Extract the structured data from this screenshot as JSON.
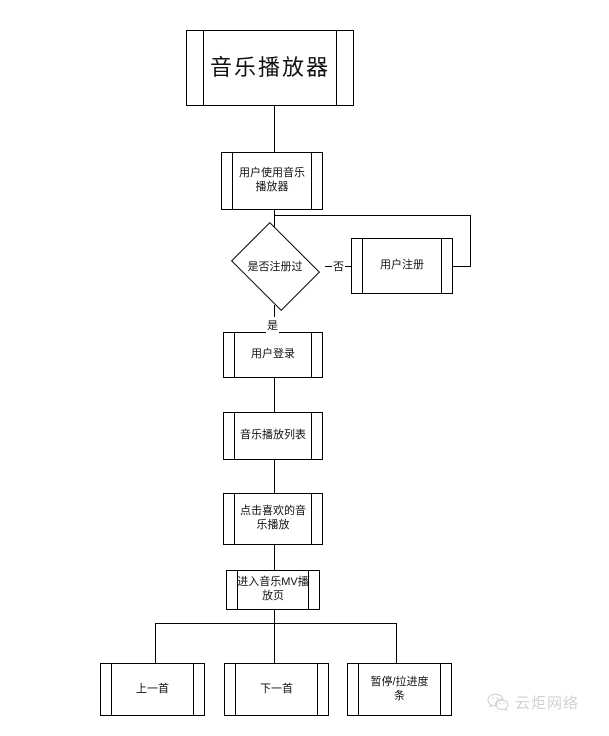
{
  "diagram": {
    "type": "flowchart",
    "title_box": {
      "text": "音乐播放器"
    },
    "nodes": [
      {
        "id": "start",
        "text": "音乐播放器",
        "shape": "process"
      },
      {
        "id": "use",
        "text": "用户使用音乐\n播放器",
        "shape": "process"
      },
      {
        "id": "registered",
        "text": "是否注册过",
        "shape": "decision"
      },
      {
        "id": "register",
        "text": "用户注册",
        "shape": "process"
      },
      {
        "id": "login",
        "text": "用户登录",
        "shape": "process"
      },
      {
        "id": "playlist",
        "text": "音乐播放列表",
        "shape": "process"
      },
      {
        "id": "clickplay",
        "text": "点击喜欢的音\n乐播放",
        "shape": "process"
      },
      {
        "id": "mvpage",
        "text": "进入音乐MV播\n放页",
        "shape": "process"
      },
      {
        "id": "prev",
        "text": "上一首",
        "shape": "process"
      },
      {
        "id": "next",
        "text": "下一首",
        "shape": "process"
      },
      {
        "id": "pause",
        "text": "暂停/拉进度\n条",
        "shape": "process"
      }
    ],
    "edge_labels": {
      "no": "否",
      "yes": "是"
    },
    "colors": {
      "stroke": "#000000",
      "background": "#ffffff",
      "watermark": "#6b6b6b"
    }
  },
  "watermark": {
    "text": "云炬网络",
    "icon": "wechat-icon"
  }
}
